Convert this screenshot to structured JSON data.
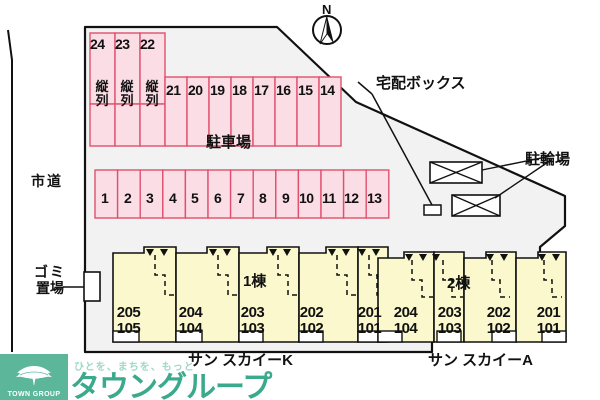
{
  "map": {
    "title": "サン スカイーK / サン スカイーA 配置図",
    "compass": {
      "label": "N",
      "name": "north-arrow"
    },
    "colors": {
      "stall_fill": "#fbdde6",
      "stall_stroke": "#e0506e",
      "building_fill": "#fbf8cd",
      "building_stroke": "#111111",
      "site_fill": "#f2f2f2",
      "site_stroke": "#111111",
      "watermark_green": "#3aa98c",
      "watermark_badge": "#5cb79a"
    },
    "captions": {
      "parking_lot": "駐車場",
      "city_road": "市道",
      "garbage": "ゴミ\n置場",
      "garbage_line1": "ゴミ",
      "garbage_line2": "置場",
      "delivery_box": "宅配ボックス",
      "bicycle_parking": "駐輪場",
      "building1": "1棟",
      "building2": "2棟",
      "building1_name": "サン スカイーK",
      "building2_name": "サン スカイーA"
    },
    "parking": {
      "tandem_label": "縦列",
      "tandem_stalls": [
        "24",
        "23",
        "22"
      ],
      "upper_row": [
        "21",
        "20",
        "19",
        "18",
        "17",
        "16",
        "15",
        "14"
      ],
      "lower_row": [
        "1",
        "2",
        "3",
        "4",
        "5",
        "6",
        "7",
        "8",
        "9",
        "10",
        "11",
        "12",
        "13"
      ]
    },
    "buildings": [
      {
        "id": "building-1",
        "tag": "1棟",
        "name": "サン スカイーK",
        "units": [
          {
            "upper": "205",
            "lower": "105"
          },
          {
            "upper": "204",
            "lower": "104"
          },
          {
            "upper": "203",
            "lower": "103"
          },
          {
            "upper": "202",
            "lower": "102"
          },
          {
            "upper": "201",
            "lower": "101"
          }
        ]
      },
      {
        "id": "building-2",
        "tag": "2棟",
        "name": "サン スカイーA",
        "units": [
          {
            "upper": "204",
            "lower": "104"
          },
          {
            "upper": "203",
            "lower": "103"
          },
          {
            "upper": "202",
            "lower": "102"
          },
          {
            "upper": "201",
            "lower": "101"
          }
        ]
      }
    ],
    "facilities": [
      {
        "name": "delivery-box",
        "label": "宅配ボックス"
      },
      {
        "name": "bicycle-parking-1",
        "label": "駐輪場"
      },
      {
        "name": "bicycle-parking-2",
        "label": "駐輪場"
      },
      {
        "name": "garbage-area",
        "label": "ゴミ置場"
      }
    ]
  },
  "watermark": {
    "badge_text": "TOWN GROUP",
    "tagline": "ひとを、まちを、もっと",
    "brand": "タウングループ"
  }
}
